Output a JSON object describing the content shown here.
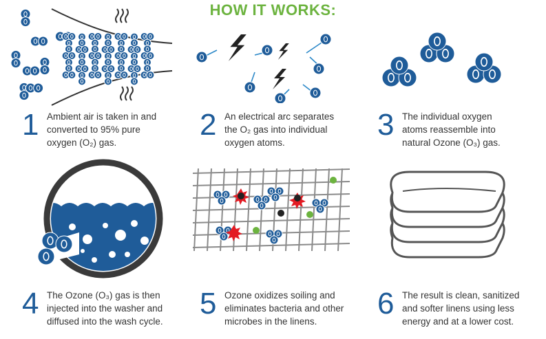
{
  "title": "HOW IT WORKS:",
  "colors": {
    "title_green": "#6cb33f",
    "molecule_blue": "#1f5c99",
    "number_blue": "#1f5c99",
    "text_gray": "#333333",
    "spark_red": "#e31b23",
    "spark_black": "#222222",
    "linen_gray": "#555555"
  },
  "atom_letter": "O",
  "steps": [
    {
      "number": "1",
      "text": "Ambient air is taken in and\nconverted to 95% pure\noxygen (O₂) gas.",
      "icon": "air-intake-icon"
    },
    {
      "number": "2",
      "text": "An electrical arc separates\nthe O₂ gas into individual\noxygen atoms.",
      "icon": "electric-arc-icon"
    },
    {
      "number": "3",
      "text": "The individual oxygen\natoms reassemble into\nnatural Ozone (O₃) gas.",
      "icon": "ozone-molecule-icon"
    },
    {
      "number": "4",
      "text": "The Ozone (O₃) gas is then\ninjected into the washer and\ndiffused into the wash cycle.",
      "icon": "washer-drum-icon"
    },
    {
      "number": "5",
      "text": "Ozone oxidizes soiling and\neliminates bacteria and other\nmicrobes in the linens.",
      "icon": "fabric-mesh-icon"
    },
    {
      "number": "6",
      "text": "The result is clean, sanitized\nand softer linens using less\nenergy and at a lower cost.",
      "icon": "folded-linens-icon"
    }
  ]
}
